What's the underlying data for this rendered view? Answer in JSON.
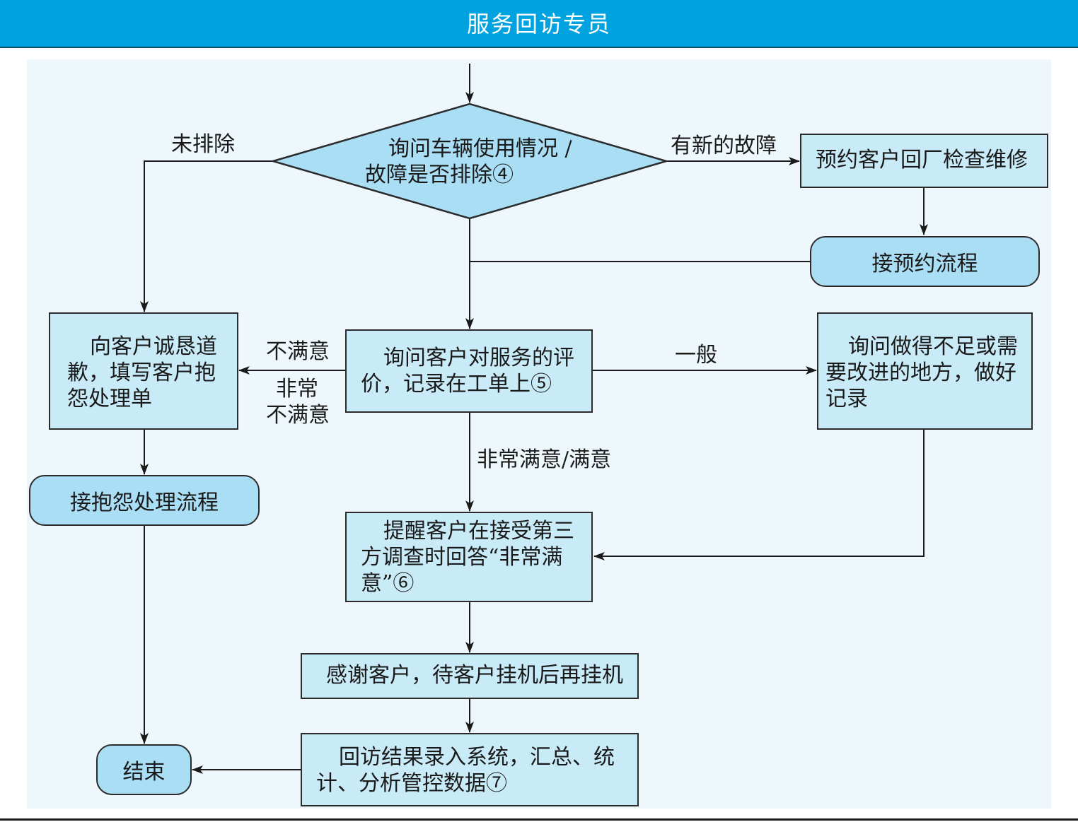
{
  "header": {
    "title": "服务回访专员"
  },
  "decision": {
    "line1": "询问车辆使用情况 /",
    "line2": "故障是否排除④"
  },
  "edges": {
    "not_resolved": "未排除",
    "new_fault": "有新的故障",
    "dissatisfied": "不满意",
    "very_dissatisfied_1": "非常",
    "very_dissatisfied_2": "不满意",
    "average": "一般",
    "satisfied": "非常满意/满意"
  },
  "nodes": {
    "book_repair": "预约客户回厂检查维修",
    "booking_process": "接预约流程",
    "evaluate_line1": "询问客户对服务的评",
    "evaluate_line2": "价，记录在工单上⑤",
    "apology_line1": "向客户诚恳道",
    "apology_line2": "歉，填写客户抱",
    "apology_line3": "怨处理单",
    "complaint_process": "接抱怨处理流程",
    "improve_line1": "询问做得不足或需",
    "improve_line2": "要改进的地方，做好",
    "improve_line3": "记录",
    "remind_line1": "提醒客户在接受第三",
    "remind_line2": "方调查时回答“非常满",
    "remind_line3": "意”⑥",
    "thanks": "感谢客户，待客户挂机后再挂机",
    "record_line1": "回访结果录入系统，汇总、统",
    "record_line2": "计、分析管控数据⑦",
    "end": "结束"
  },
  "colors": {
    "header": "#00a3e0",
    "box_fill": "#c9ebf8",
    "pill_fill": "#a9def5",
    "panel": "#eef7fb"
  }
}
